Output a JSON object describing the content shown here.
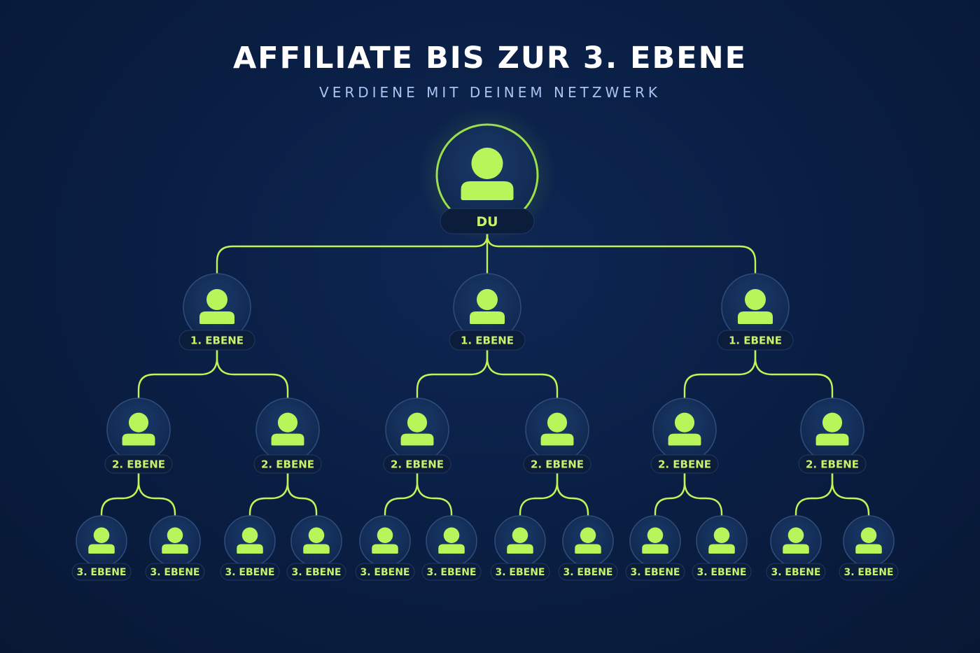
{
  "header": {
    "title": "AFFILIATE BIS ZUR 3. EBENE",
    "subtitle": "VERDIENE MIT DEINEM NETZWERK"
  },
  "colors": {
    "accent": "#b8f55a",
    "line": "#c3f257",
    "label": "#c6f36a",
    "background": "#0a1f45",
    "node_fill": "#14305c",
    "pill_fill": "#0c1d3c"
  },
  "tree": {
    "icon": "person-icon",
    "root": {
      "label": "DU",
      "children": [
        {
          "label": "1. EBENE",
          "children": [
            {
              "label": "2. EBENE",
              "children": [
                {
                  "label": "3. EBENE"
                },
                {
                  "label": "3. EBENE"
                }
              ]
            },
            {
              "label": "2. EBENE",
              "children": [
                {
                  "label": "3. EBENE"
                },
                {
                  "label": "3. EBENE"
                }
              ]
            }
          ]
        },
        {
          "label": "1. EBENE",
          "children": [
            {
              "label": "2. EBENE",
              "children": [
                {
                  "label": "3. EBENE"
                },
                {
                  "label": "3. EBENE"
                }
              ]
            },
            {
              "label": "2. EBENE",
              "children": [
                {
                  "label": "3. EBENE"
                },
                {
                  "label": "3. EBENE"
                }
              ]
            }
          ]
        },
        {
          "label": "1. EBENE",
          "children": [
            {
              "label": "2. EBENE",
              "children": [
                {
                  "label": "3. EBENE"
                },
                {
                  "label": "3. EBENE"
                }
              ]
            },
            {
              "label": "2. EBENE",
              "children": [
                {
                  "label": "3. EBENE"
                },
                {
                  "label": "3. EBENE"
                }
              ]
            }
          ]
        }
      ]
    }
  }
}
